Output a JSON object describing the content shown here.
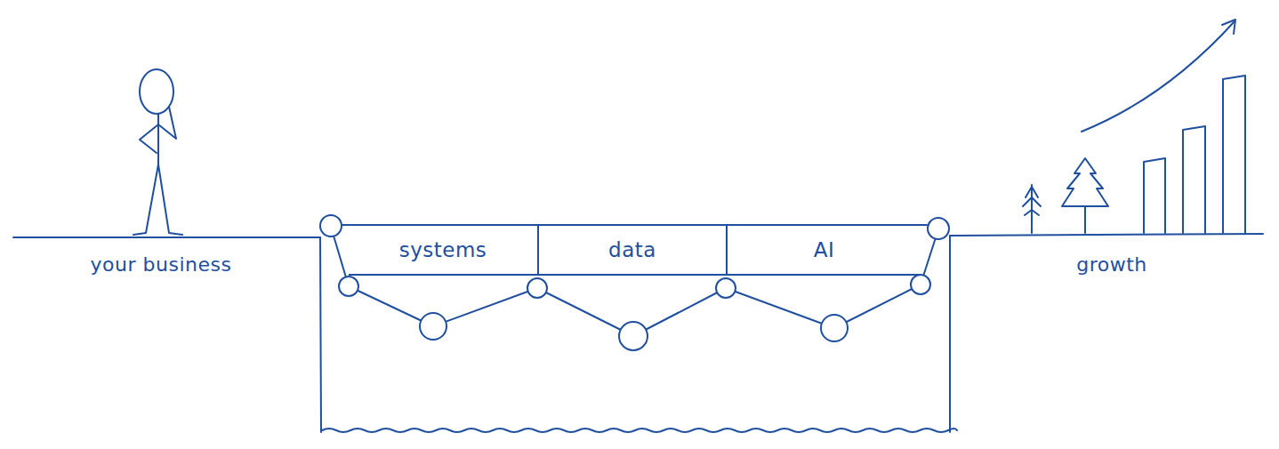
{
  "diagram": {
    "nodes": [
      {
        "text": [
          "systems"
        ]
      },
      {
        "text": [
          "data"
        ]
      },
      {
        "text": [
          "AI"
        ]
      }
    ],
    "labels": [
      "your business",
      "growth"
    ]
  }
}
